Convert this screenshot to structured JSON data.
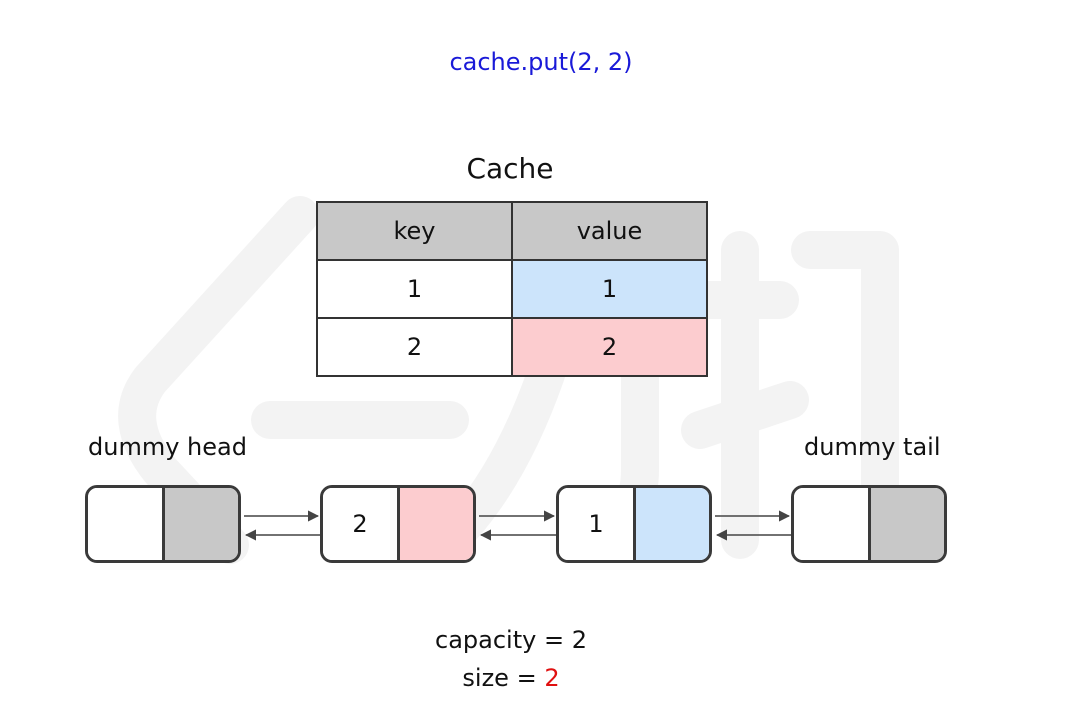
{
  "operation": "cache.put(2, 2)",
  "cache": {
    "title": "Cache",
    "columns": [
      "key",
      "value"
    ],
    "rows": [
      {
        "key": "1",
        "value": "1",
        "color": "#cce4fb"
      },
      {
        "key": "2",
        "value": "2",
        "color": "#fccccf"
      }
    ]
  },
  "list": {
    "head_label": "dummy head",
    "tail_label": "dummy tail",
    "nodes": [
      {
        "key": "",
        "value_color": "#c8c8c8"
      },
      {
        "key": "2",
        "value_color": "#fccccf"
      },
      {
        "key": "1",
        "value_color": "#cce4fb"
      },
      {
        "key": "",
        "value_color": "#c8c8c8"
      }
    ]
  },
  "stats": {
    "capacity_text": "capacity = 2",
    "size_prefix": "size = ",
    "size_value": "2",
    "size_color": "#e01010"
  }
}
